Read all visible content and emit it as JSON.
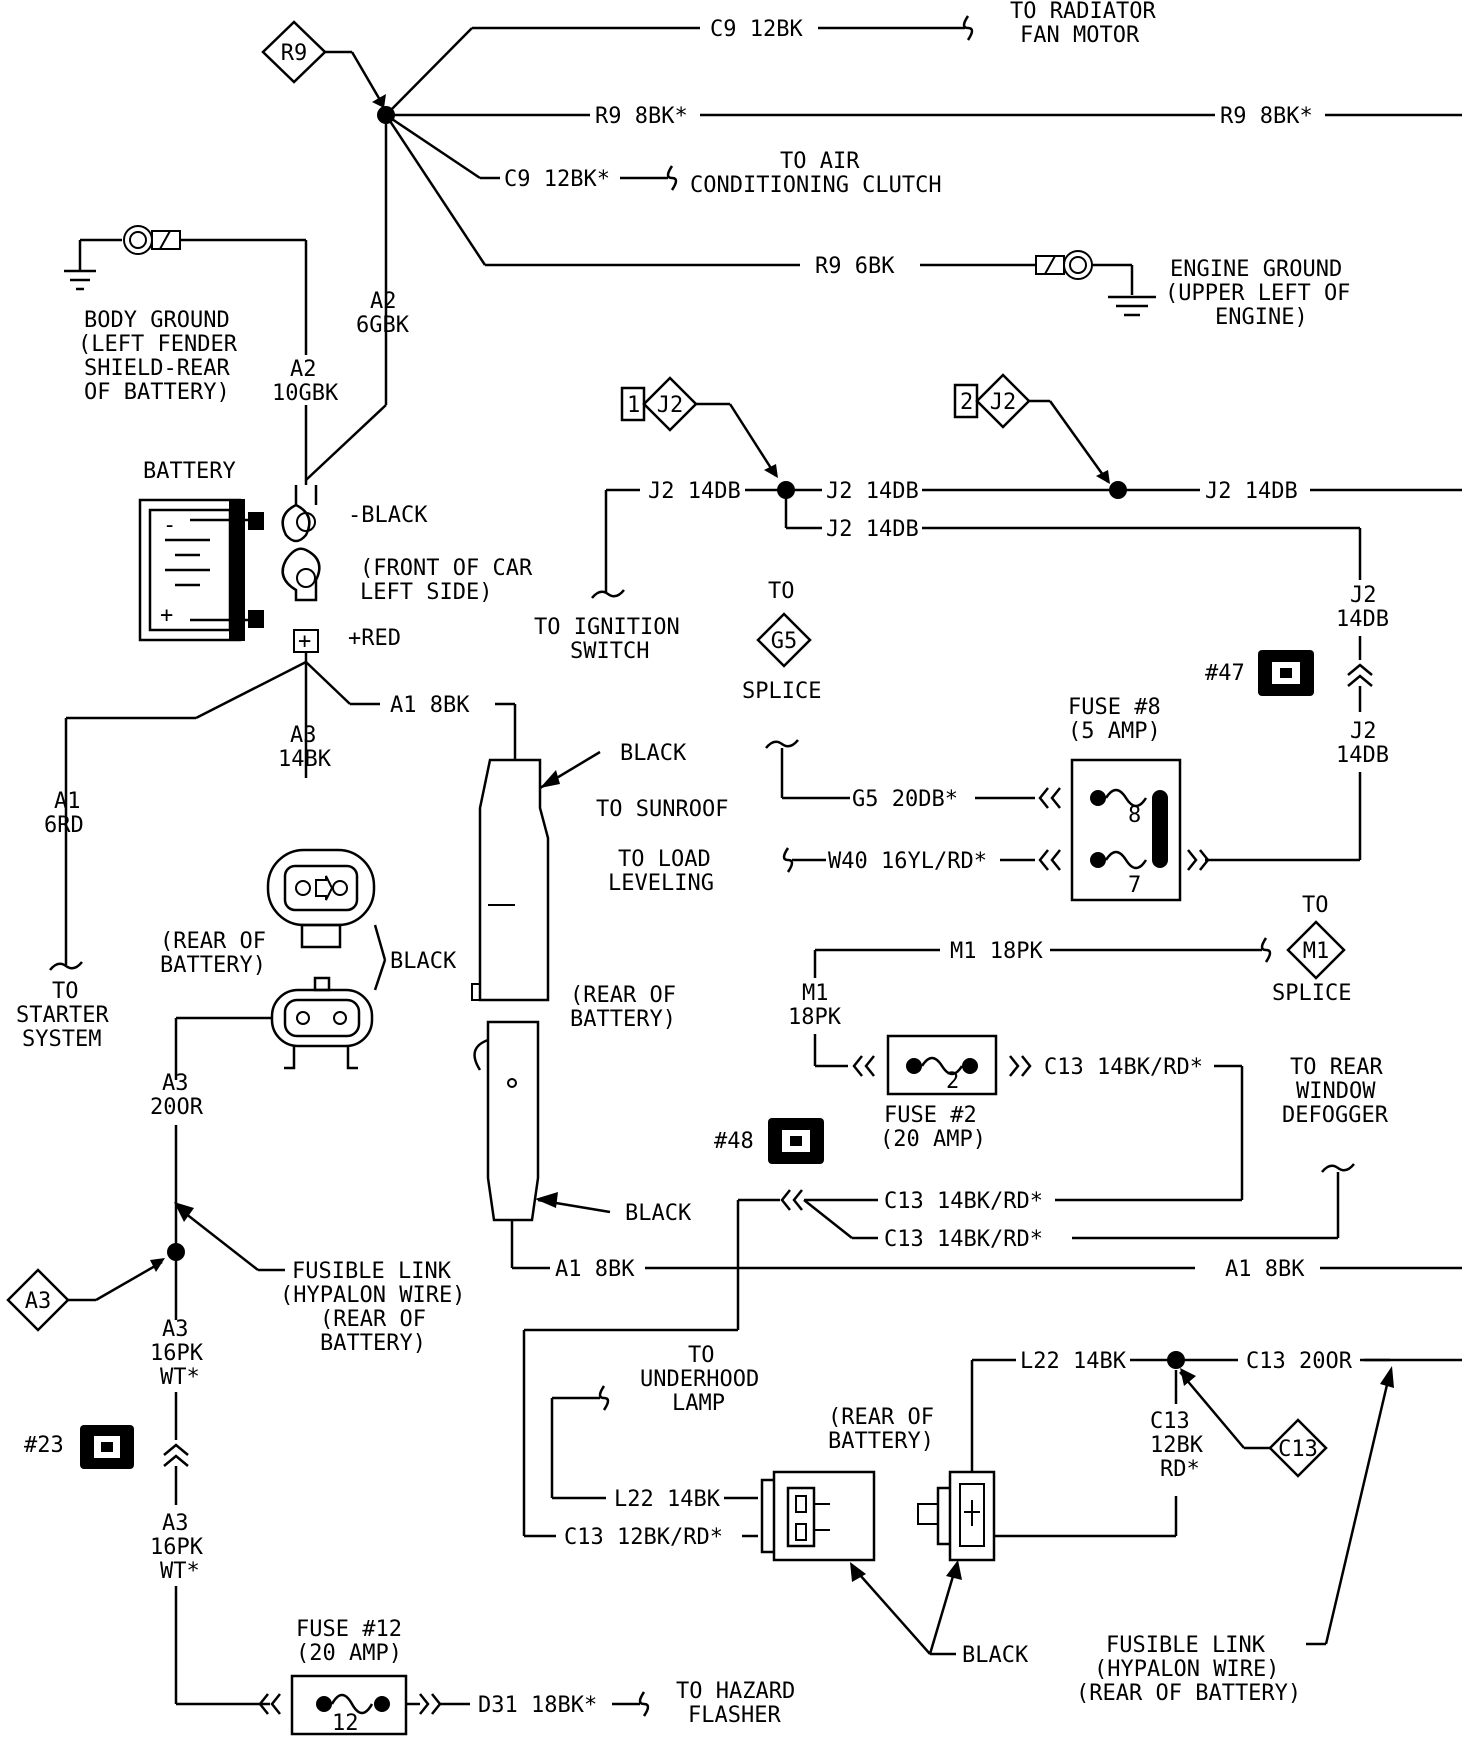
{
  "labels": {
    "c9_12bk_top": "C9 12BK",
    "to_radiator": "TO RADIATOR",
    "fan_motor": "FAN MOTOR",
    "r9_8bk_a": "R9 8BK*",
    "r9_8bk_b": "R9 8BK*",
    "to_air": "TO AIR",
    "ac_clutch": "CONDITIONING CLUTCH",
    "c9_12bk_ac": "C9 12BK*",
    "r9_6bk": "R9 6BK",
    "engine_ground_1": "ENGINE GROUND",
    "engine_ground_2": "(UPPER LEFT OF",
    "engine_ground_3": "ENGINE)",
    "body_ground_1": "BODY GROUND",
    "body_ground_2": "(LEFT FENDER",
    "body_ground_3": "SHIELD-REAR",
    "body_ground_4": "OF BATTERY)",
    "a2_10gbk_1": "A2",
    "a2_10gbk_2": "10GBK",
    "a2_6gbk_1": "A2",
    "a2_6gbk_2": "6GBK",
    "battery": "BATTERY",
    "neg_black": "-BLACK",
    "pos_red": "+RED",
    "front_car_1": "(FRONT OF CAR",
    "front_car_2": "LEFT SIDE)",
    "j2_14db_left": "J2 14DB",
    "j2_14db_mid": "J2 14DB",
    "j2_14db_mid2": "J2 14DB",
    "j2_14db_right": "J2 14DB",
    "j2_vert_top_1": "J2",
    "j2_vert_top_2": "14DB",
    "j2_vert_bot_1": "J2",
    "j2_vert_bot_2": "14DB",
    "to_ignition_1": "TO IGNITION",
    "to_ignition_2": "SWITCH",
    "to_g5": "TO",
    "splice_g5": "SPLICE",
    "conn_47": "#47",
    "fuse8_1": "FUSE #8",
    "fuse8_2": "(5 AMP)",
    "fuse8_pin8": "8",
    "fuse8_pin7": "7",
    "g5_20db": "G5 20DB*",
    "w40": "W40 16YL/RD*",
    "to_sunroof": "TO SUNROOF",
    "to_load_1": "TO LOAD",
    "to_load_2": "LEVELING",
    "black_1": "BLACK",
    "black_2": "BLACK",
    "black_3": "BLACK",
    "black_4": "BLACK",
    "a1_8bk_top": "A1 8BK",
    "a1_6rd_1": "A1",
    "a1_6rd_2": "6RD",
    "a3_14bk_1": "A3",
    "a3_14bk_2": "14BK",
    "to_starter_1": "TO",
    "to_starter_2": "STARTER",
    "to_starter_3": "SYSTEM",
    "rear_batt_a_1": "(REAR OF",
    "rear_batt_a_2": "BATTERY)",
    "rear_batt_b_1": "(REAR OF",
    "rear_batt_b_2": "BATTERY)",
    "rear_batt_c_1": "(REAR OF",
    "rear_batt_c_2": "BATTERY)",
    "a3_20or_1": "A3",
    "a3_20or_2": "20OR",
    "fusible_a_1": "FUSIBLE LINK",
    "fusible_a_2": "(HYPALON WIRE)",
    "fusible_a_3": "(REAR OF",
    "fusible_a_4": "BATTERY)",
    "a3_16pk_a_1": "A3",
    "a3_16pk_a_2": "16PK",
    "a3_16pk_a_3": "WT*",
    "a3_16pk_b_1": "A3",
    "a3_16pk_b_2": "16PK",
    "a3_16pk_b_3": "WT*",
    "conn_23": "#23",
    "fuse12_1": "FUSE #12",
    "fuse12_2": "(20 AMP)",
    "fuse12_pin": "12",
    "d31": "D31 18BK*",
    "to_hazard_1": "TO HAZARD",
    "to_hazard_2": "FLASHER",
    "m1_18pk": "M1 18PK",
    "m1_vert_1": "M1",
    "m1_vert_2": "18PK",
    "to_m1": "TO",
    "splice_m1": "SPLICE",
    "fuse2_1": "FUSE #2",
    "fuse2_2": "(20 AMP)",
    "fuse2_pin": "2",
    "c13_fuse": "C13 14BK/RD*",
    "to_rear_1": "TO REAR",
    "to_rear_2": "WINDOW",
    "to_rear_3": "DEFOGGER",
    "conn_48": "#48",
    "c13_a": "C13 14BK/RD*",
    "c13_b": "C13 14BK/RD*",
    "a1_8bk_a": "A1 8BK",
    "a1_8bk_b": "A1 8BK",
    "to_underhood_1": "TO",
    "to_underhood_2": "UNDERHOOD",
    "to_underhood_3": "LAMP",
    "l22_a": "L22 14BK",
    "l22_b": "L22 14BK",
    "c13_12bk": "C13 12BK/RD*",
    "c13_20or": "C13 20OR",
    "c13_vert_1": "C13",
    "c13_vert_2": "12BK",
    "c13_vert_3": "RD*",
    "fusible_b_1": "FUSIBLE LINK",
    "fusible_b_2": "(HYPALON WIRE)",
    "fusible_b_3": "(REAR OF BATTERY)"
  },
  "tags": {
    "r9": "R9",
    "j2_1": "J2",
    "j2_1_num": "1",
    "j2_2": "J2",
    "j2_2_num": "2",
    "g5": "G5",
    "m1": "M1",
    "a3": "A3",
    "c13": "C13"
  }
}
